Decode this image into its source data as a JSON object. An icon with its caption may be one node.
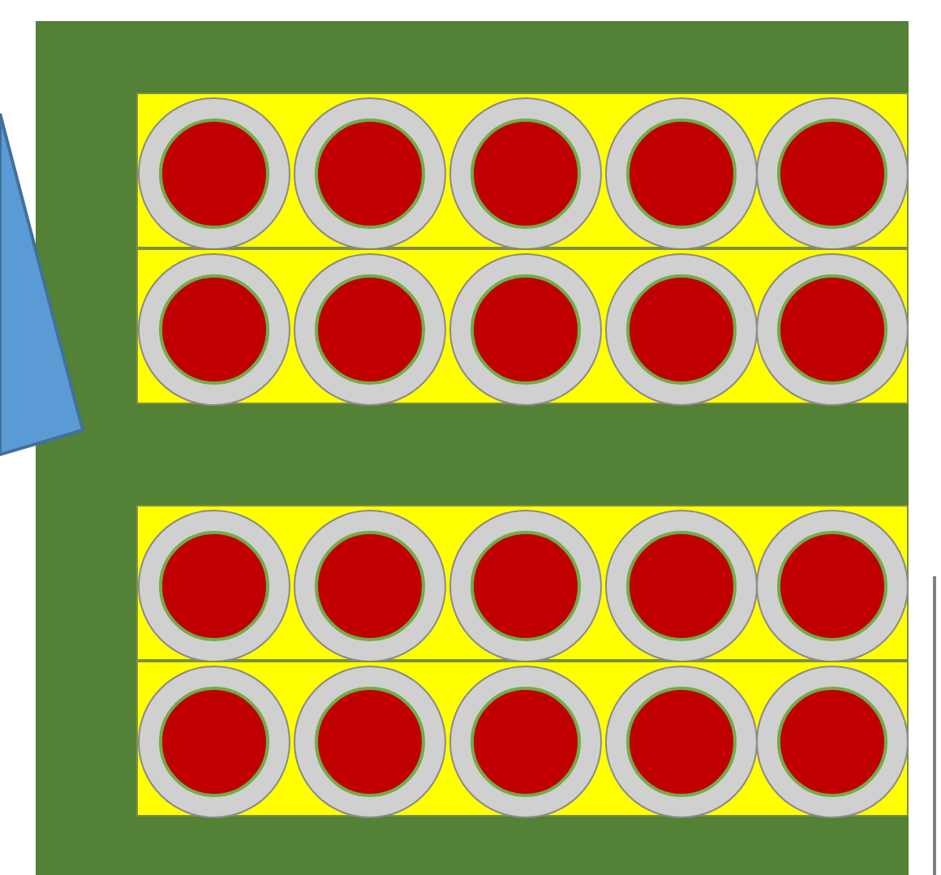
{
  "diagram": {
    "nodes": [
      {
        "text": [],
        "shape": "box"
      },
      {
        "text": [],
        "shape": "bar",
        "in": 0
      },
      {
        "text": [],
        "shape": "circle",
        "in": 1
      },
      {
        "text": [],
        "shape": "circle",
        "in": 1
      },
      {
        "text": [],
        "shape": "circle",
        "in": 1
      },
      {
        "text": [],
        "shape": "circle",
        "in": 1
      },
      {
        "text": [],
        "shape": "circle",
        "in": 1
      },
      {
        "text": [],
        "shape": "bar",
        "in": 0
      },
      {
        "text": [],
        "shape": "circle",
        "in": 7
      },
      {
        "text": [],
        "shape": "circle",
        "in": 7
      },
      {
        "text": [],
        "shape": "circle",
        "in": 7
      },
      {
        "text": [],
        "shape": "circle",
        "in": 7
      },
      {
        "text": [],
        "shape": "circle",
        "in": 7
      },
      {
        "text": [],
        "shape": "bar",
        "in": 0
      },
      {
        "text": [],
        "shape": "circle",
        "in": 13
      },
      {
        "text": [],
        "shape": "circle",
        "in": 13
      },
      {
        "text": [],
        "shape": "circle",
        "in": 13
      },
      {
        "text": [],
        "shape": "circle",
        "in": 13
      },
      {
        "text": [],
        "shape": "circle",
        "in": 13
      },
      {
        "text": [],
        "shape": "bar",
        "in": 0
      },
      {
        "text": [],
        "shape": "circle",
        "in": 19
      },
      {
        "text": [],
        "shape": "circle",
        "in": 19
      },
      {
        "text": [],
        "shape": "circle",
        "in": 19
      },
      {
        "text": [],
        "shape": "circle",
        "in": 19
      },
      {
        "text": [],
        "shape": "circle",
        "in": 19
      },
      {
        "text": [],
        "shape": "triangle"
      }
    ]
  }
}
